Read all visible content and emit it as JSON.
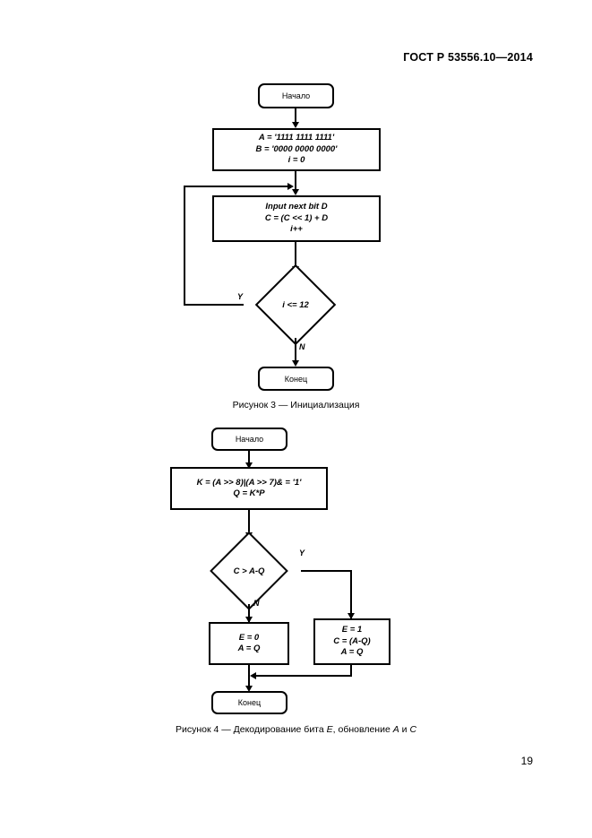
{
  "document": {
    "header": "ГОСТ Р 53556.10—2014",
    "page_number": "19"
  },
  "figure3": {
    "caption_text": "Рисунок 3 — Инициализация",
    "start": {
      "label": "Начало"
    },
    "init": {
      "line1": "A = '1111 1111 1111'",
      "line2": "B = '0000 0000 0000'",
      "line3": "i = 0"
    },
    "loop_body": {
      "line1": "Input next bit D",
      "line2": "C = (C << 1) + D",
      "line3": "i++"
    },
    "decision": {
      "condition": "i <= 12",
      "yes_label": "Y",
      "no_label": "N"
    },
    "end": {
      "label": "Конец"
    }
  },
  "figure4": {
    "caption_prefix": "Рисунок 4 — Декодирование бита ",
    "caption_var1": "E",
    "caption_mid": ", обновление ",
    "caption_var2": "A",
    "caption_and": " и ",
    "caption_var3": "C",
    "start": {
      "label": "Начало"
    },
    "compute": {
      "line1": "K = (A >> 8)|(A >> 7)& = '1'",
      "line2": "Q = K*P"
    },
    "decision": {
      "condition": "C > A-Q",
      "yes_label": "Y",
      "no_label": "N"
    },
    "branch_no": {
      "line1": "E = 0",
      "line2": "A = Q"
    },
    "branch_yes": {
      "line1": "E = 1",
      "line2": "C = (A-Q)",
      "line3": "A = Q"
    },
    "end": {
      "label": "Конец"
    }
  }
}
